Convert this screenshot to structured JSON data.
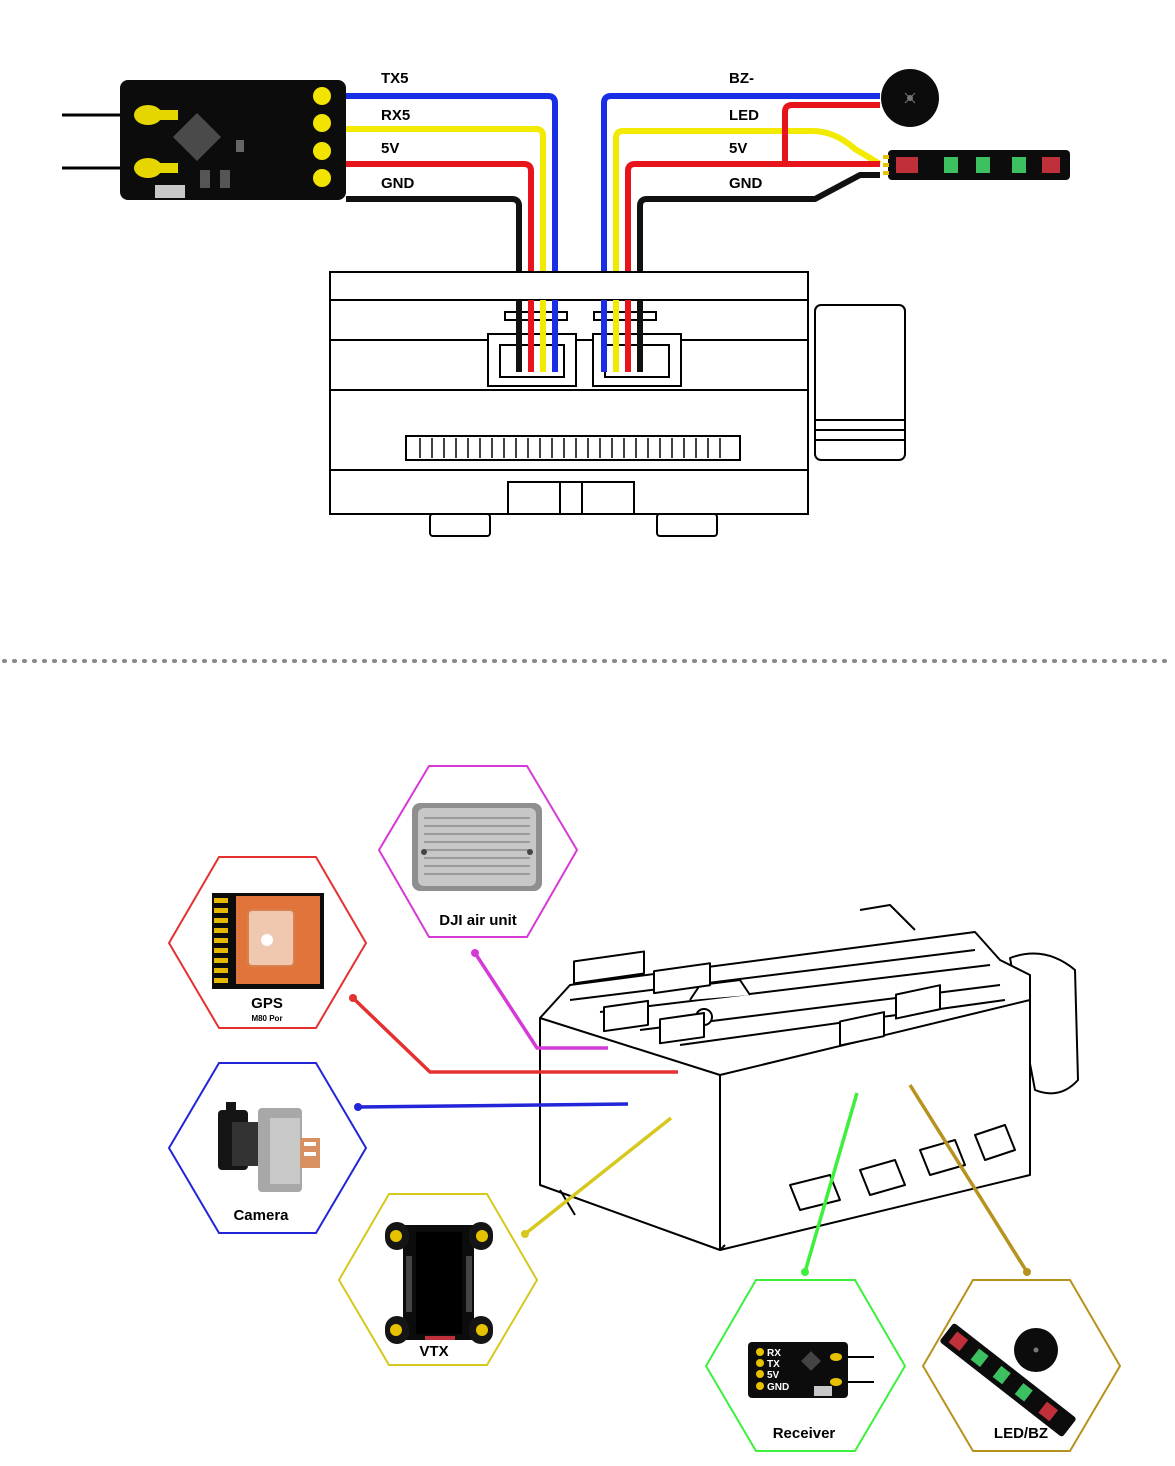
{
  "wiring": {
    "left_labels": [
      "TX5",
      "RX5",
      "5V",
      "GND"
    ],
    "right_labels": [
      "BZ-",
      "LED",
      "5V",
      "GND"
    ]
  },
  "peripherals": {
    "dji": {
      "label": "DJI air unit"
    },
    "gps": {
      "label": "GPS",
      "sublabel": "M80 Por"
    },
    "camera": {
      "label": "Camera"
    },
    "vtx": {
      "label": "VTX"
    },
    "receiver": {
      "label": "Receiver",
      "pins": [
        "RX",
        "TX",
        "5V",
        "GND"
      ]
    },
    "ledbz": {
      "label": "LED/BZ"
    }
  },
  "colors": {
    "tx_wire": "#1a2ee6",
    "rx_wire": "#f2ea00",
    "v5_wire": "#e8141b",
    "gnd_wire": "#111111",
    "dji": "#d63ad6",
    "gps": "#e53030",
    "camera": "#2424d8",
    "vtx": "#d6c81e",
    "receiver": "#3cf03c",
    "ledbz": "#b8921e"
  },
  "icons": [
    "receiver-module-icon",
    "buzzer-icon",
    "led-strip-icon",
    "flight-controller-icon",
    "dji-air-unit-icon",
    "gps-module-icon",
    "camera-icon",
    "vtx-icon"
  ]
}
